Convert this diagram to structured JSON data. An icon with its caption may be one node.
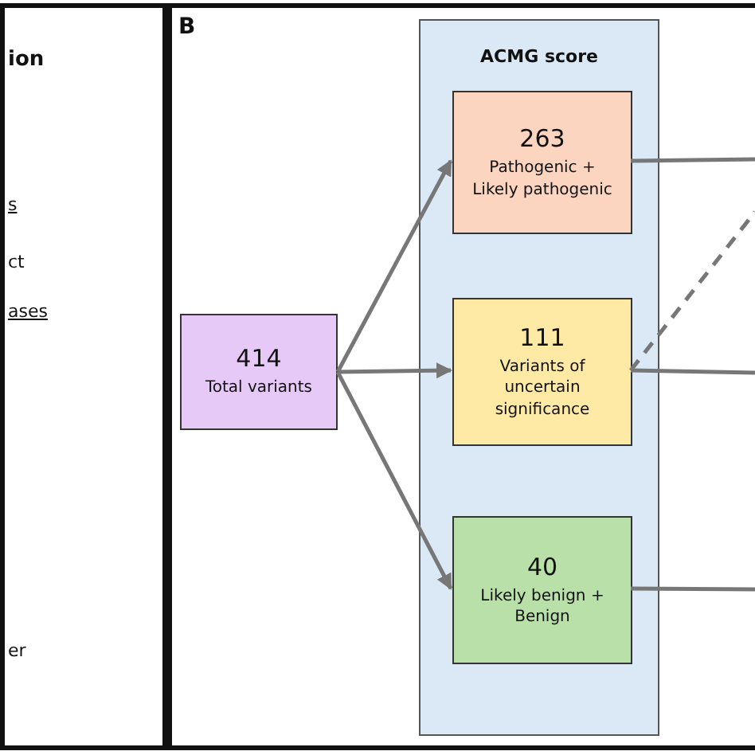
{
  "diagram": {
    "nodes": [
      {
        "text": [
          "ACMG score"
        ]
      },
      {
        "text": [
          "263",
          "Pathogenic + Likely pathogenic"
        ],
        "in": 0
      },
      {
        "text": [
          "111",
          "Variants of uncertain significance"
        ],
        "in": 0
      },
      {
        "text": [
          "40",
          "Likely benign + Benign"
        ],
        "in": 0
      },
      {
        "text": [
          "414",
          "Total variants"
        ]
      }
    ],
    "edges": [
      {
        "from": 4,
        "to": 1,
        "arrow": "to"
      },
      {
        "from": 4,
        "to": 2,
        "arrow": "to"
      },
      {
        "from": 4,
        "to": 3,
        "arrow": "to"
      },
      {
        "from": 1,
        "to": null,
        "arrow": "none"
      },
      {
        "from": 2,
        "to": null,
        "arrow": "none"
      },
      {
        "from": 3,
        "to": null,
        "arrow": "none"
      },
      {
        "from": 2,
        "to": null,
        "arrow": "none",
        "style": "dashed"
      }
    ],
    "labels": [
      "ion",
      "s",
      "ct",
      "ases",
      "er",
      "B"
    ]
  }
}
